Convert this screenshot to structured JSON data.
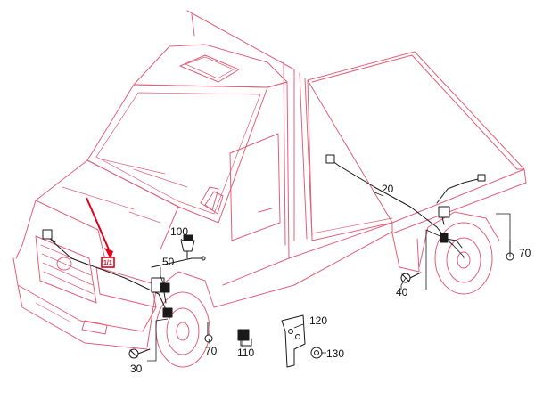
{
  "diagram": {
    "callouts": {
      "c20": "20",
      "c30": "30",
      "c40": "40",
      "c50": "50",
      "c70_front": "70",
      "c70_rear": "70",
      "c100": "100",
      "c110": "110",
      "c120": "120",
      "c130": "130"
    },
    "marker_label": "1/1",
    "colors": {
      "vehicle_outline": "#e0607a",
      "parts": "#1a1a1a",
      "highlight_arrow": "#e0001a"
    }
  }
}
